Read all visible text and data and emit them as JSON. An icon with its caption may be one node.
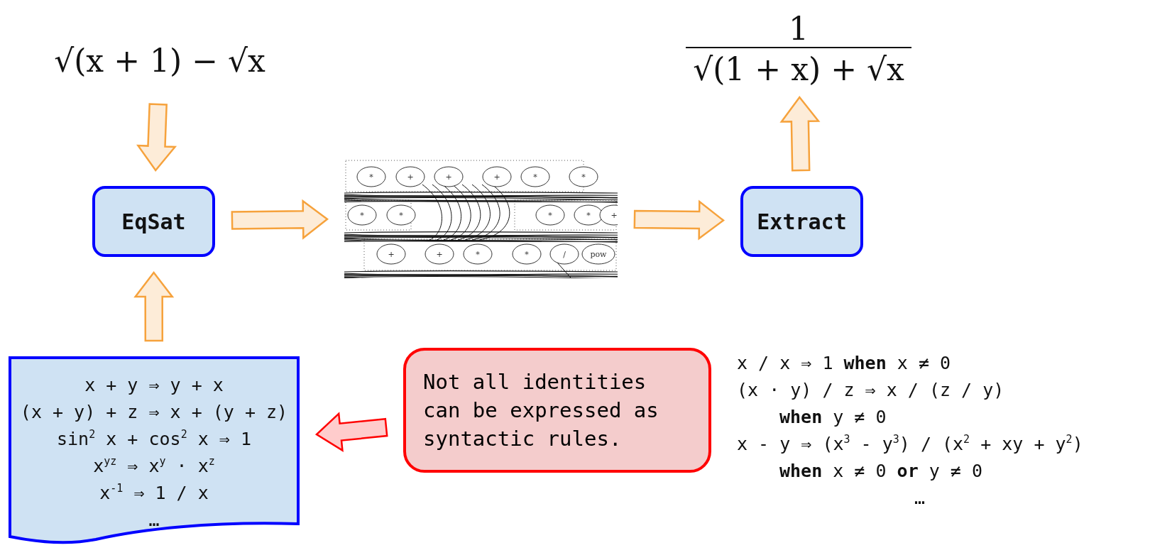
{
  "diagram": {
    "nodes": [
      {
        "text": [
          "√(x + 1) − √x"
        ]
      },
      {
        "text": [
          "EqSat"
        ]
      },
      {
        "text": [],
        "shape": "picture"
      },
      {
        "text": [
          "Extract"
        ]
      },
      {
        "text": [
          "1",
          "√(1 + x) + √x"
        ]
      },
      {
        "text": [
          "x + y ⇒ y + x",
          "(x + y) + z ⇒ x + (y + z)",
          "sin$^{2}$ x + cos$^{2}$ x ⇒ 1",
          "x$^{yz}$ ⇒ x$^{y}$ · x$^{z}$",
          "x$^{-1}$ ⇒ 1 / x",
          "…"
        ]
      },
      {
        "text": [
          "Not all identities can be expressed as syntactic rules."
        ]
      }
    ],
    "edges": [
      {
        "from": 0,
        "to": 1,
        "arrow": "to"
      },
      {
        "from": 1,
        "to": 2,
        "arrow": "to"
      },
      {
        "from": 2,
        "to": 3,
        "arrow": "to"
      },
      {
        "from": 3,
        "to": 4,
        "arrow": "to"
      },
      {
        "from": 5,
        "to": 1,
        "arrow": "to"
      },
      {
        "from": 6,
        "to": 5,
        "arrow": "to",
        "color": "#ff0000"
      }
    ],
    "labels": [
      "*",
      "+",
      "+",
      "+",
      "*",
      "*",
      "*",
      "*",
      "*",
      "*",
      "+",
      "+",
      "+",
      "*",
      "*",
      "/",
      "pow",
      "x / x ⇒ 1 **when** x ≠ 0",
      "(x · y) / z ⇒ x / (z / y)",
      "**when** y ≠ 0",
      "x - y ⇒ (x$^{3}$ - y$^{3}$) / (x$^{2}$ + xy + y$^{2}$)",
      "**when** x ≠ 0 **or** y ≠ 0",
      "…"
    ]
  }
}
